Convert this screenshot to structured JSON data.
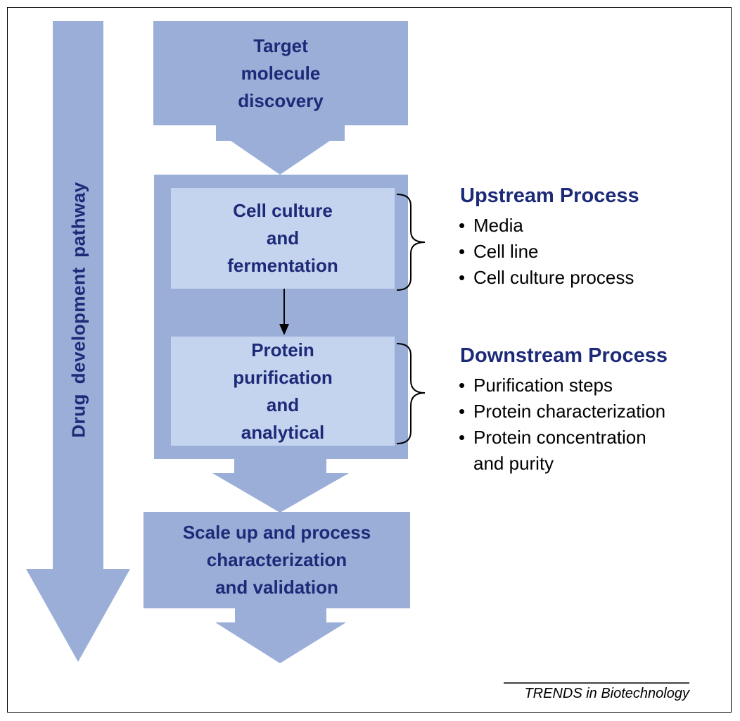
{
  "colors": {
    "arrow_fill": "#9aaed8",
    "box_outer": "#9aaed8",
    "box_inner": "#c4d3ee",
    "box_text": "#1c2a78",
    "heading_text": "#1c2a78",
    "body_text": "#000000"
  },
  "diagram": {
    "side_label": "Drug development pathway",
    "boxes": {
      "target": "Target\nmolecule\ndiscovery",
      "cell_culture": "Cell culture\nand\nfermentation",
      "protein": "Protein\npurification\nand\nanalytical",
      "scale_up": "Scale up and process\ncharacterization\nand validation"
    },
    "upstream": {
      "title": "Upstream Process",
      "items": [
        "Media",
        "Cell line",
        "Cell culture process"
      ]
    },
    "downstream": {
      "title": "Downstream Process",
      "items": [
        "Purification steps",
        "Protein characterization",
        "Protein concentration\nand purity"
      ]
    },
    "credit": "TRENDS in Biotechnology"
  }
}
